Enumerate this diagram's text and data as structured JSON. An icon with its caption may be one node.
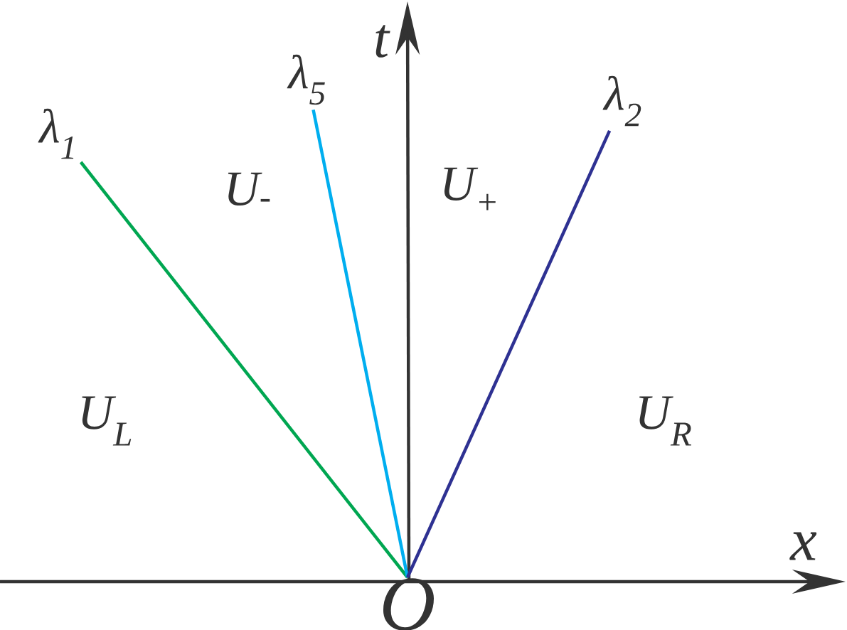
{
  "diagram": {
    "nodes": [
      {
        "text": [
          "O"
        ]
      },
      {
        "text": [
          "λ$_{1}$"
        ]
      },
      {
        "text": [
          "λ$_{5}$"
        ]
      },
      {
        "text": [
          "λ$_{2}$"
        ]
      }
    ],
    "edges": [
      {
        "from": 0,
        "to": 1,
        "arrow": "none",
        "color": "#00a651"
      },
      {
        "from": 0,
        "to": 2,
        "arrow": "none",
        "color": "#00aeef"
      },
      {
        "from": 0,
        "to": 3,
        "arrow": "none",
        "color": "#2e3192"
      }
    ],
    "labels": [
      "t",
      "U$_{-}$",
      "U$_{+}$",
      "U$_{L}$",
      "U$_{R}$",
      "x"
    ]
  }
}
